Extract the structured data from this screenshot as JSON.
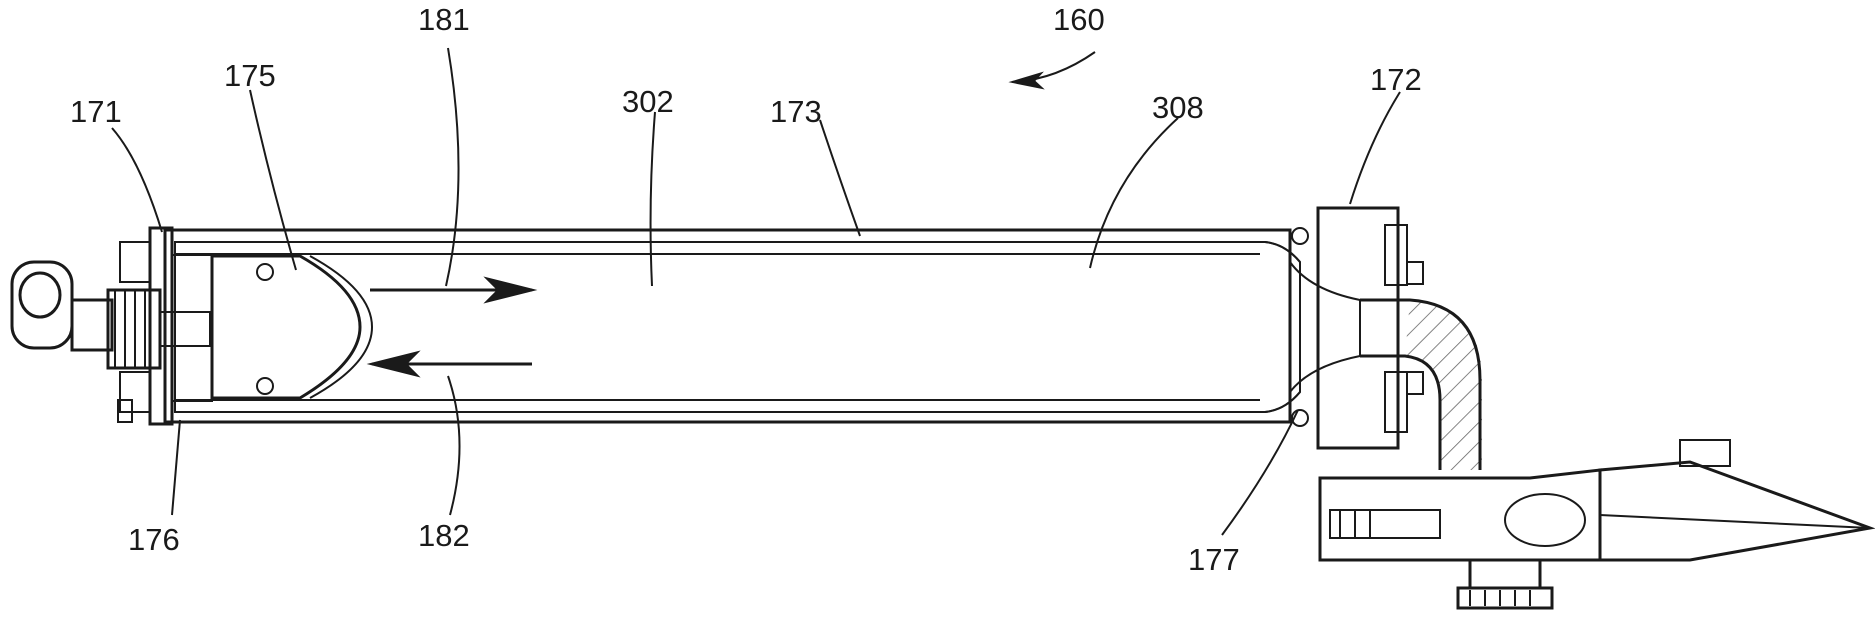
{
  "labels": {
    "l160": "160",
    "l181": "181",
    "l175": "175",
    "l302": "302",
    "l173": "173",
    "l308": "308",
    "l172": "172",
    "l171": "171",
    "l176": "176",
    "l182": "182",
    "l177": "177"
  }
}
